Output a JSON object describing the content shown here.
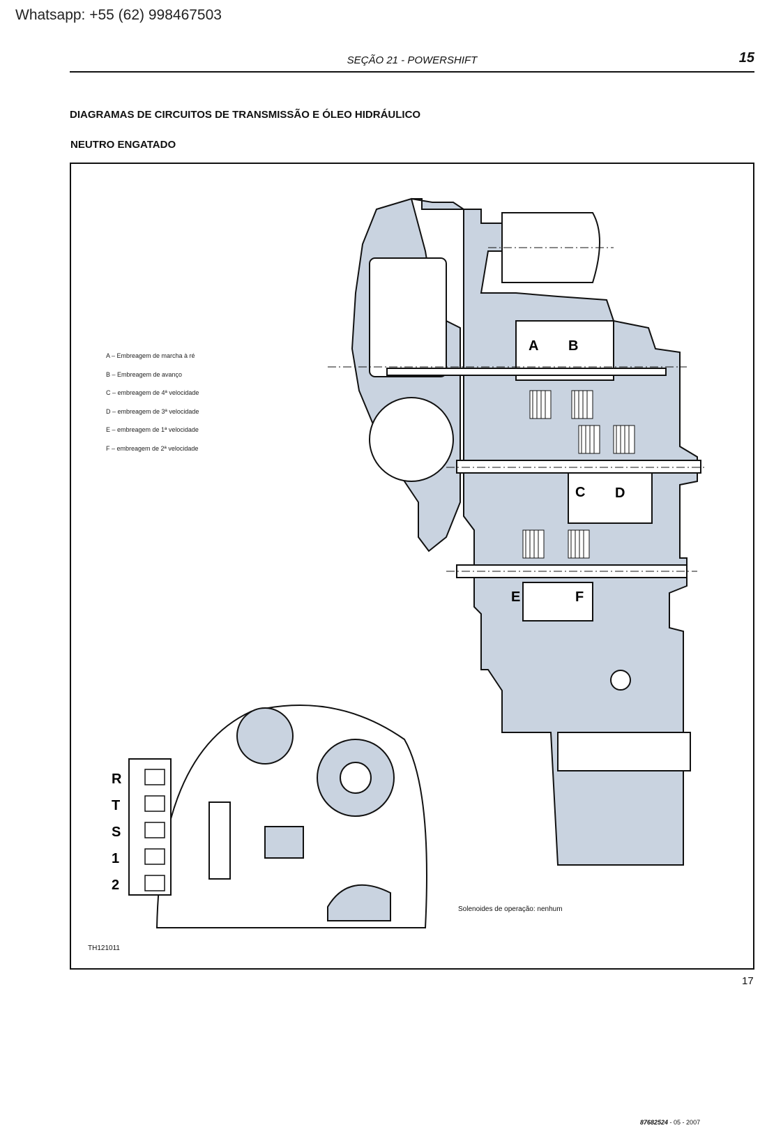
{
  "watermark": "Whatsapp: +55 (62) 998467503",
  "header": {
    "section": "SEÇÃO 21 - POWERSHIFT",
    "page_number": "15"
  },
  "title": "DIAGRAMAS DE CIRCUITOS DE TRANSMISSÃO E ÓLEO HIDRÁULICO",
  "subtitle": "NEUTRO ENGATADO",
  "legend": [
    "A – Embreagem de marcha à ré",
    "B – Embreagem de avanço",
    "C – embreagem de 4ª velocidade",
    "D – embreagem de 3ª velocidade",
    "E – embreagem de 1ª velocidade",
    "F – embreagem de 2ª velocidade"
  ],
  "clutch_labels": [
    "A",
    "B",
    "C",
    "D",
    "E",
    "F"
  ],
  "solenoid_labels": [
    "R",
    "T",
    "S",
    "1",
    "2"
  ],
  "solenoid_note": "Solenoides de operação: nenhum",
  "figure_code": "TH121011",
  "figure_number": "17",
  "footer": {
    "doc_number": "87682524",
    "date": "05 - 2007"
  },
  "colors": {
    "oil_fill": "#c9d3e0",
    "line": "#111111"
  }
}
